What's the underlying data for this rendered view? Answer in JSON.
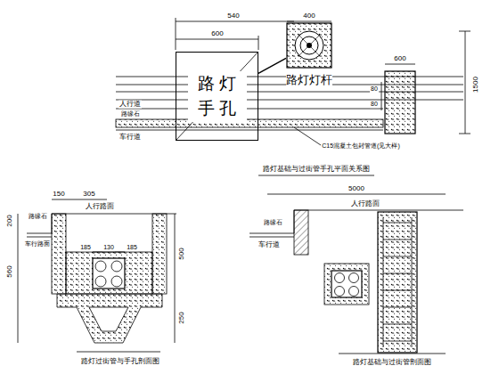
{
  "diagram": {
    "nodes": [
      {
        "text": [
          "路 灯 手 孔"
        ]
      },
      {
        "text": [
          "路灯灯杆"
        ]
      }
    ],
    "edges": [
      {
        "from": 0,
        "to": 1,
        "arrow": "none"
      }
    ],
    "labels": [
      "540",
      "600",
      "400",
      "600",
      "1500",
      "80",
      "80",
      "人行道",
      "路缘石",
      "车行道",
      "C15混凝土包封管道(见大样)",
      "路灯基础与过街管手孔平面关系图",
      "150",
      "305",
      "人行路面",
      "路缘石",
      "车行路面",
      "200",
      "560",
      "500",
      "185",
      "130",
      "185",
      "250",
      "路灯过街管与手孔剖面图",
      "5000",
      "人行路面",
      "路缘石",
      "车行道",
      "路灯基础与过街管剖面图"
    ]
  }
}
